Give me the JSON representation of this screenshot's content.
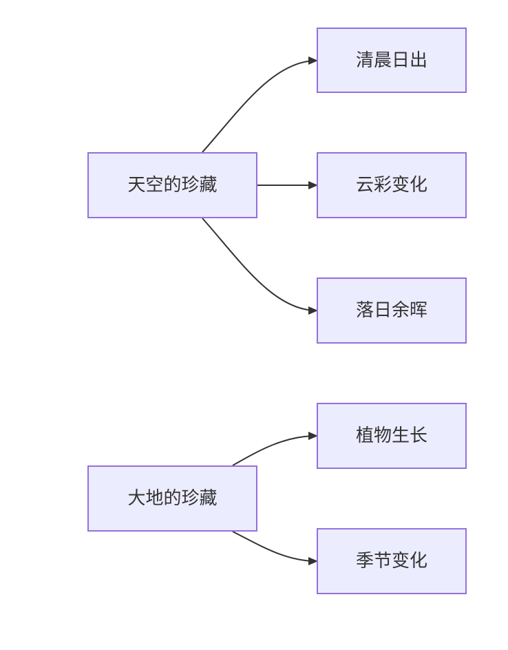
{
  "diagram": {
    "type": "flowchart-left-right",
    "node_fill_color": "#ececff",
    "node_border_color": "#9370db",
    "text_color": "#333333",
    "edge_color": "#333333",
    "groups": [
      {
        "root": "天空的珍藏",
        "children": [
          "清晨日出",
          "云彩变化",
          "落日余晖"
        ]
      },
      {
        "root": "大地的珍藏",
        "children": [
          "植物生长",
          "季节变化"
        ]
      }
    ]
  }
}
